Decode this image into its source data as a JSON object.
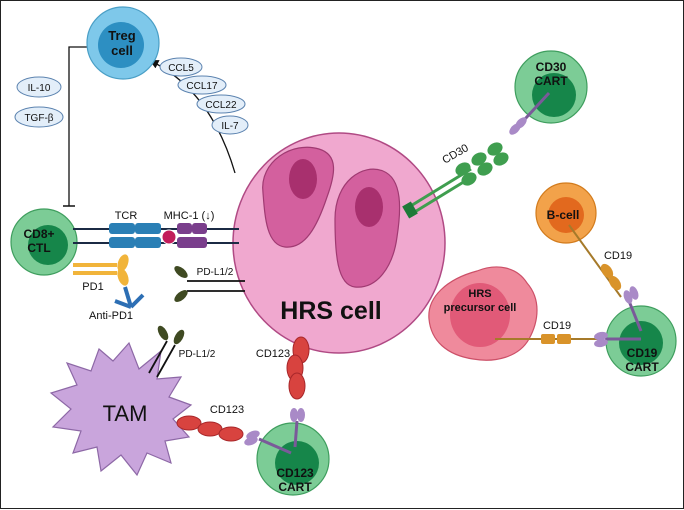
{
  "cells": {
    "treg": "Treg\ncell",
    "hrs": "HRS cell",
    "cd8": "CD8+\nCTL",
    "tam": "TAM",
    "bcell": "B-cell",
    "hrs_precursor": "HRS\nprecursor cell",
    "cd30_cart": "CD30\nCART",
    "cd19_cart": "CD19\nCART",
    "cd123_cart": "CD123\nCART"
  },
  "cytokines": {
    "left": [
      "IL-10",
      "TGF-β"
    ],
    "right": [
      "CCL5",
      "CCL17",
      "CCL22",
      "IL-7"
    ]
  },
  "molecules": {
    "tcr": "TCR",
    "mhc1": "MHC-1 (↓)",
    "pd1": "PD1",
    "anti_pd1": "Anti-PD1",
    "pdl12_hrs": "PD-L1/2",
    "pdl12_tam": "PD-L1/2",
    "cd30": "CD30",
    "cd123_hrs": "CD123",
    "cd123_tam": "CD123",
    "cd19_bcell": "CD19",
    "cd19_precursor": "CD19"
  },
  "colors": {
    "hrs": "#f0a8cf",
    "nucleus": "#d3609e",
    "treg": "#7ec8ea",
    "cart": "#7ccc96",
    "bcell": "#f2a24a",
    "precursor": "#ef8a9c",
    "tam": "#c9a5dc",
    "tcr": "#2a7fb5",
    "mhc": "#7a3e8c",
    "pd1": "#f1b43a",
    "pdl": "#3f4a22",
    "receptor_red": "#d8433f",
    "cd30": "#3f9e4f",
    "cd19": "#d9932a",
    "car": "#a98ac7"
  }
}
